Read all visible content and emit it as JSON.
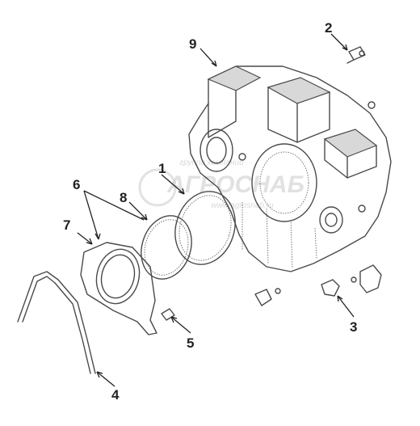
{
  "watermark": {
    "top": "группа компаний",
    "brand": "АГРОСНАБ",
    "bottom": "www.agrosnab.ru"
  },
  "callouts": [
    {
      "id": "label-1",
      "text": "1"
    },
    {
      "id": "label-2",
      "text": "2"
    },
    {
      "id": "label-3",
      "text": "3"
    },
    {
      "id": "label-4",
      "text": "4"
    },
    {
      "id": "label-5",
      "text": "5"
    },
    {
      "id": "label-6",
      "text": "6"
    },
    {
      "id": "label-7",
      "text": "7"
    },
    {
      "id": "label-8",
      "text": "8"
    },
    {
      "id": "label-9",
      "text": "9"
    }
  ]
}
